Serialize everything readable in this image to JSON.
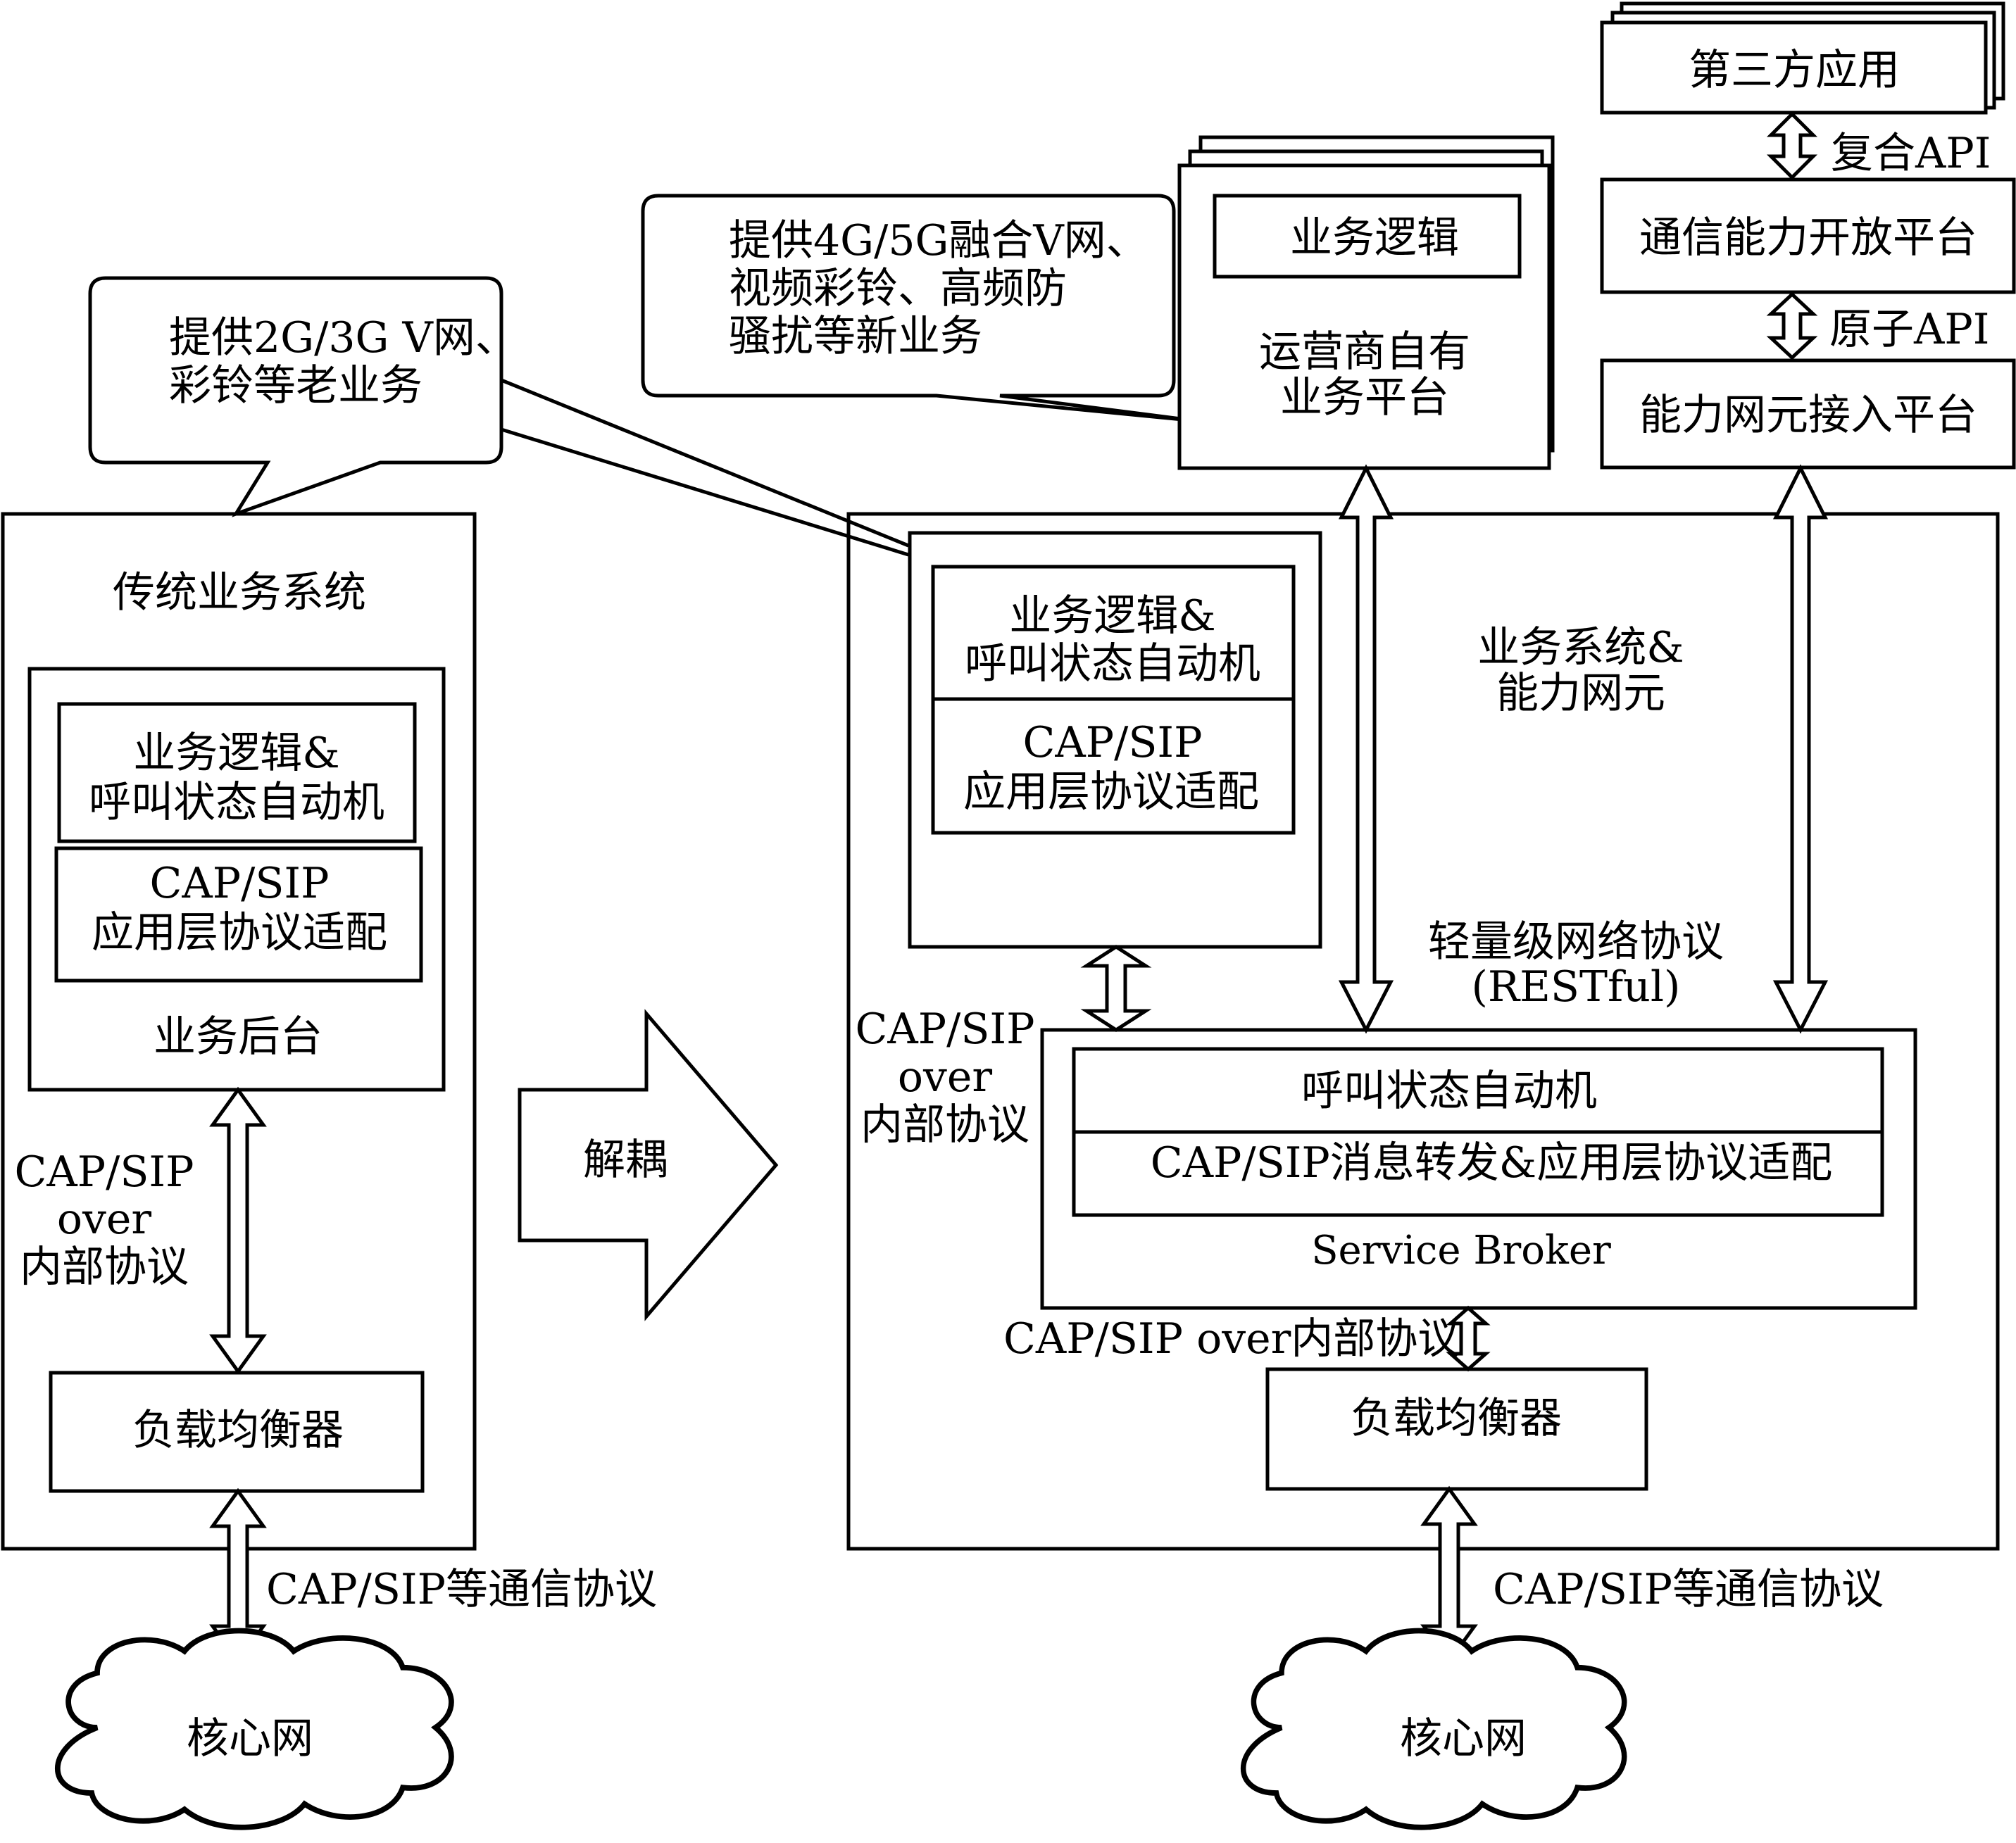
{
  "left": {
    "callout": {
      "line1": "提供2G/3G V网、",
      "line2": "彩铃等老业务"
    },
    "system_title": "传统业务系统",
    "logic_line1": "业务逻辑&",
    "logic_line2": "呼叫状态自动机",
    "adapt_line1": "CAP/SIP",
    "adapt_line2": "应用层协议适配",
    "backend_label": "业务后台",
    "proto_line1": "CAP/SIP",
    "proto_line2": "over",
    "proto_line3": "内部协议",
    "lb_label": "负载均衡器",
    "comm_protocol": "CAP/SIP等通信协议",
    "core_net": "核心网"
  },
  "middle": {
    "decouple": "解耦"
  },
  "right": {
    "callout": {
      "line1": "提供4G/5G融合V网、",
      "line2": "视频彩铃、高频防",
      "line3": "骚扰等新业务"
    },
    "operator": {
      "logic": "业务逻辑",
      "line1": "运营商自有",
      "line2": "业务平台"
    },
    "third_party": "第三方应用",
    "composite_api": "复合API",
    "open_platform": "通信能力开放平台",
    "atomic_api": "原子API",
    "access_platform": "能力网元接入平台",
    "service": {
      "logic_line1": "业务逻辑&",
      "logic_line2": "呼叫状态自动机",
      "adapt_line1": "CAP/SIP",
      "adapt_line2": "应用层协议适配"
    },
    "system_label_line1": "业务系统&",
    "system_label_line2": "能力网元",
    "lightweight_line1": "轻量级网络协议",
    "lightweight_line2": "(RESTful)",
    "proto_line1": "CAP/SIP",
    "proto_line2": "over",
    "proto_line3": "内部协议",
    "broker": {
      "state_machine": "呼叫状态自动机",
      "forward": "CAP/SIP消息转发&应用层协议适配",
      "name": "Service Broker"
    },
    "broker_lb_protocol": "CAP/SIP over内部协议",
    "lb_label": "负载均衡器",
    "comm_protocol": "CAP/SIP等通信协议",
    "core_net": "核心网"
  }
}
